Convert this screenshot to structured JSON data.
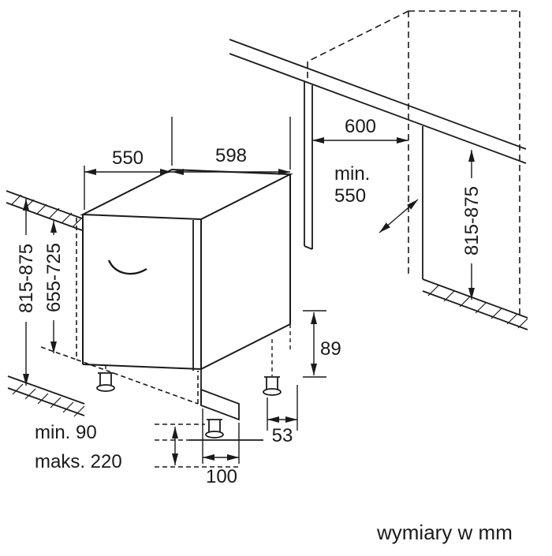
{
  "caption": "wymiary w mm",
  "colors": {
    "line": "#1a1a1a",
    "background": "#ffffff"
  },
  "dims": {
    "depth": "550",
    "width": "598",
    "niche_width": "600",
    "niche_depth_min_label": "min.",
    "niche_depth_min_value": "550",
    "niche_height": "815-875",
    "appliance_height": "815-875",
    "door_panel_height": "655-725",
    "rear_clearance": "89",
    "rear_foot_offset": "53",
    "plinth_recess": "100",
    "feet_min": "min. 90",
    "feet_max": "maks. 220"
  }
}
